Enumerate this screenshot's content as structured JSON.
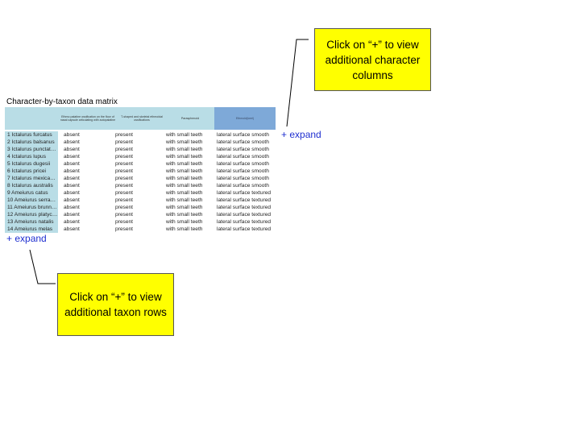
{
  "title": "Character-by-taxon data matrix",
  "columns": [
    "Ethmo palatine ossification on the floor of nasal capsule articulating with autopalatine",
    "T-shaped and skeletal ethmoidal ossifications",
    "Parasphenoid",
    "Ethmoid(keel)"
  ],
  "rows": [
    {
      "taxon": "1 Ictalurus furcatus",
      "c1": "absent",
      "c2": "present",
      "c3": "with small teeth",
      "c4": "lateral surface smooth"
    },
    {
      "taxon": "2 Ictalurus balsanus",
      "c1": "absent",
      "c2": "present",
      "c3": "with small teeth",
      "c4": "lateral surface smooth"
    },
    {
      "taxon": "3 Ictalurus punctat…",
      "c1": "absent",
      "c2": "present",
      "c3": "with small teeth",
      "c4": "lateral surface smooth"
    },
    {
      "taxon": "4 Ictalurus lupus",
      "c1": "absent",
      "c2": "present",
      "c3": "with small teeth",
      "c4": "lateral surface smooth"
    },
    {
      "taxon": "5 Ictalurus dugesii",
      "c1": "absent",
      "c2": "present",
      "c3": "with small teeth",
      "c4": "lateral surface smooth"
    },
    {
      "taxon": "6 Ictalurus pricei",
      "c1": "absent",
      "c2": "present",
      "c3": "with small teeth",
      "c4": "lateral surface smooth"
    },
    {
      "taxon": "7 Ictalurus mexica…",
      "c1": "absent",
      "c2": "present",
      "c3": "with small teeth",
      "c4": "lateral surface smooth"
    },
    {
      "taxon": "8 Ictalurus australis",
      "c1": "absent",
      "c2": "present",
      "c3": "with small teeth",
      "c4": "lateral surface smooth"
    },
    {
      "taxon": "9 Ameiurus catus",
      "c1": "absent",
      "c2": "present",
      "c3": "with small teeth",
      "c4": "lateral surface textured"
    },
    {
      "taxon": "10 Ameiurus serrac…",
      "c1": "absent",
      "c2": "present",
      "c3": "with small teeth",
      "c4": "lateral surface textured"
    },
    {
      "taxon": "11 Ameiurus brunn…",
      "c1": "absent",
      "c2": "present",
      "c3": "with small teeth",
      "c4": "lateral surface textured"
    },
    {
      "taxon": "12 Ameiurus platyc…",
      "c1": "absent",
      "c2": "present",
      "c3": "with small teeth",
      "c4": "lateral surface textured"
    },
    {
      "taxon": "13 Ameiurus natalis",
      "c1": "absent",
      "c2": "present",
      "c3": "with small teeth",
      "c4": "lateral surface textured"
    },
    {
      "taxon": "14 Ameiurus melas",
      "c1": "absent",
      "c2": "present",
      "c3": "with small teeth",
      "c4": "lateral surface textured"
    }
  ],
  "expand_columns_label": "+ expand",
  "expand_rows_label": "+ expand",
  "callout_columns": "Click on “+” to view additional character columns",
  "callout_rows": "Click on “+” to view additional taxon rows",
  "colors": {
    "header_bg": "#b9dde6",
    "header_selected_bg": "#7ea9d8",
    "expand_text": "#1f2fd0",
    "callout_bg": "#ffff00"
  }
}
